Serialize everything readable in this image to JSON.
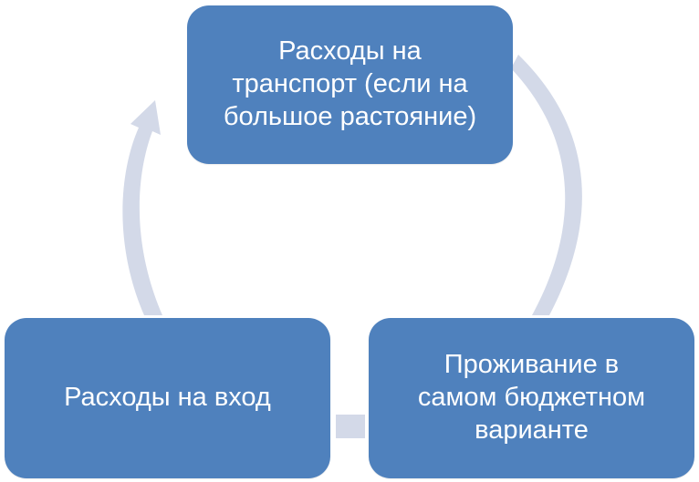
{
  "diagram": {
    "type": "cycle",
    "colors": {
      "node_fill": "#4f81bd",
      "node_text": "#ffffff",
      "arrow_fill": "#d3d9e8"
    },
    "nodes": [
      {
        "label": "Расходы на\nтранспорт  (если на\nбольшое растояние)"
      },
      {
        "label": "Проживание в\nсамом бюджетном\nварианте"
      },
      {
        "label": "Расходы на вход"
      }
    ],
    "flow": [
      "top → right",
      "right → left",
      "left → top"
    ]
  }
}
